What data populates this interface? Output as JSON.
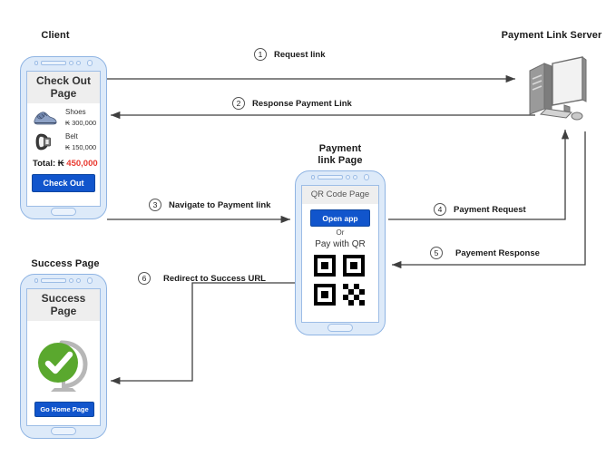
{
  "diagram": {
    "title_client": "Client",
    "title_server": "Payment Link Server",
    "title_payment_link_page": "Payment\nlink Page",
    "title_success_page": "Success Page",
    "accent_blue": "#1155cc",
    "accent_red": "#e8392f",
    "accent_green": "#5aa82e",
    "phone_border": "#8fb4e3",
    "phone_body": "#ddeaf9",
    "line_color": "#3f3f3f"
  },
  "checkout_phone": {
    "header": "Check Out Page",
    "items": [
      {
        "name": "Shoes",
        "price": "₭ 300,000",
        "icon": "shoes-icon"
      },
      {
        "name": "Belt",
        "price": "₭ 150,000",
        "icon": "belt-icon"
      }
    ],
    "total_label": "Total: ₭",
    "total_amount": "450,000",
    "button": "Check  Out"
  },
  "qr_phone": {
    "header": "QR Code Page",
    "open_app_button": "Open app",
    "or_text": "Or",
    "pay_with_qr": "Pay with QR",
    "qr_icon": "qr-code-icon"
  },
  "success_phone": {
    "header": "Success Page",
    "icon": "success-check-globe-icon",
    "button": "Go Home Page"
  },
  "server": {
    "icon": "desktop-computer-icon"
  },
  "steps": [
    {
      "num": "1",
      "label": "Request link"
    },
    {
      "num": "2",
      "label": "Response Payment Link"
    },
    {
      "num": "3",
      "label": "Navigate to Payment link"
    },
    {
      "num": "4",
      "label": "Payment Request"
    },
    {
      "num": "5",
      "label": "Payement  Response"
    },
    {
      "num": "6",
      "label": "Redirect to Success URL"
    }
  ]
}
